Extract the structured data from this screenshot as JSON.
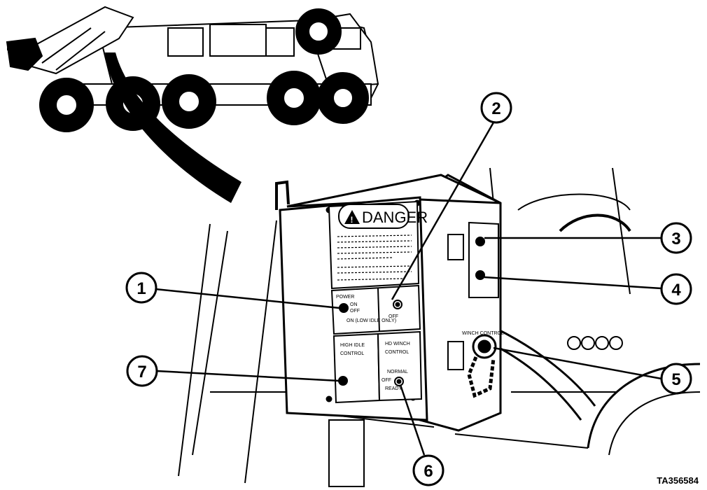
{
  "danger_sign": {
    "title": "DANGER"
  },
  "panel_labels": {
    "power": "POWER",
    "on": "ON",
    "off": "OFF",
    "switch_note": "ON (LOW IDLE ONLY)",
    "high_idle": "HIGH IDLE",
    "control": "CONTROL",
    "hd_winch": "HD WINCH",
    "winch_off": "OFF",
    "winch_normal": "NORMAL",
    "winch_ready": "READY",
    "winch_control": "WINCH CONTROL"
  },
  "callouts": [
    "1",
    "2",
    "3",
    "4",
    "5",
    "6",
    "7"
  ],
  "figure_id": "TA356584"
}
